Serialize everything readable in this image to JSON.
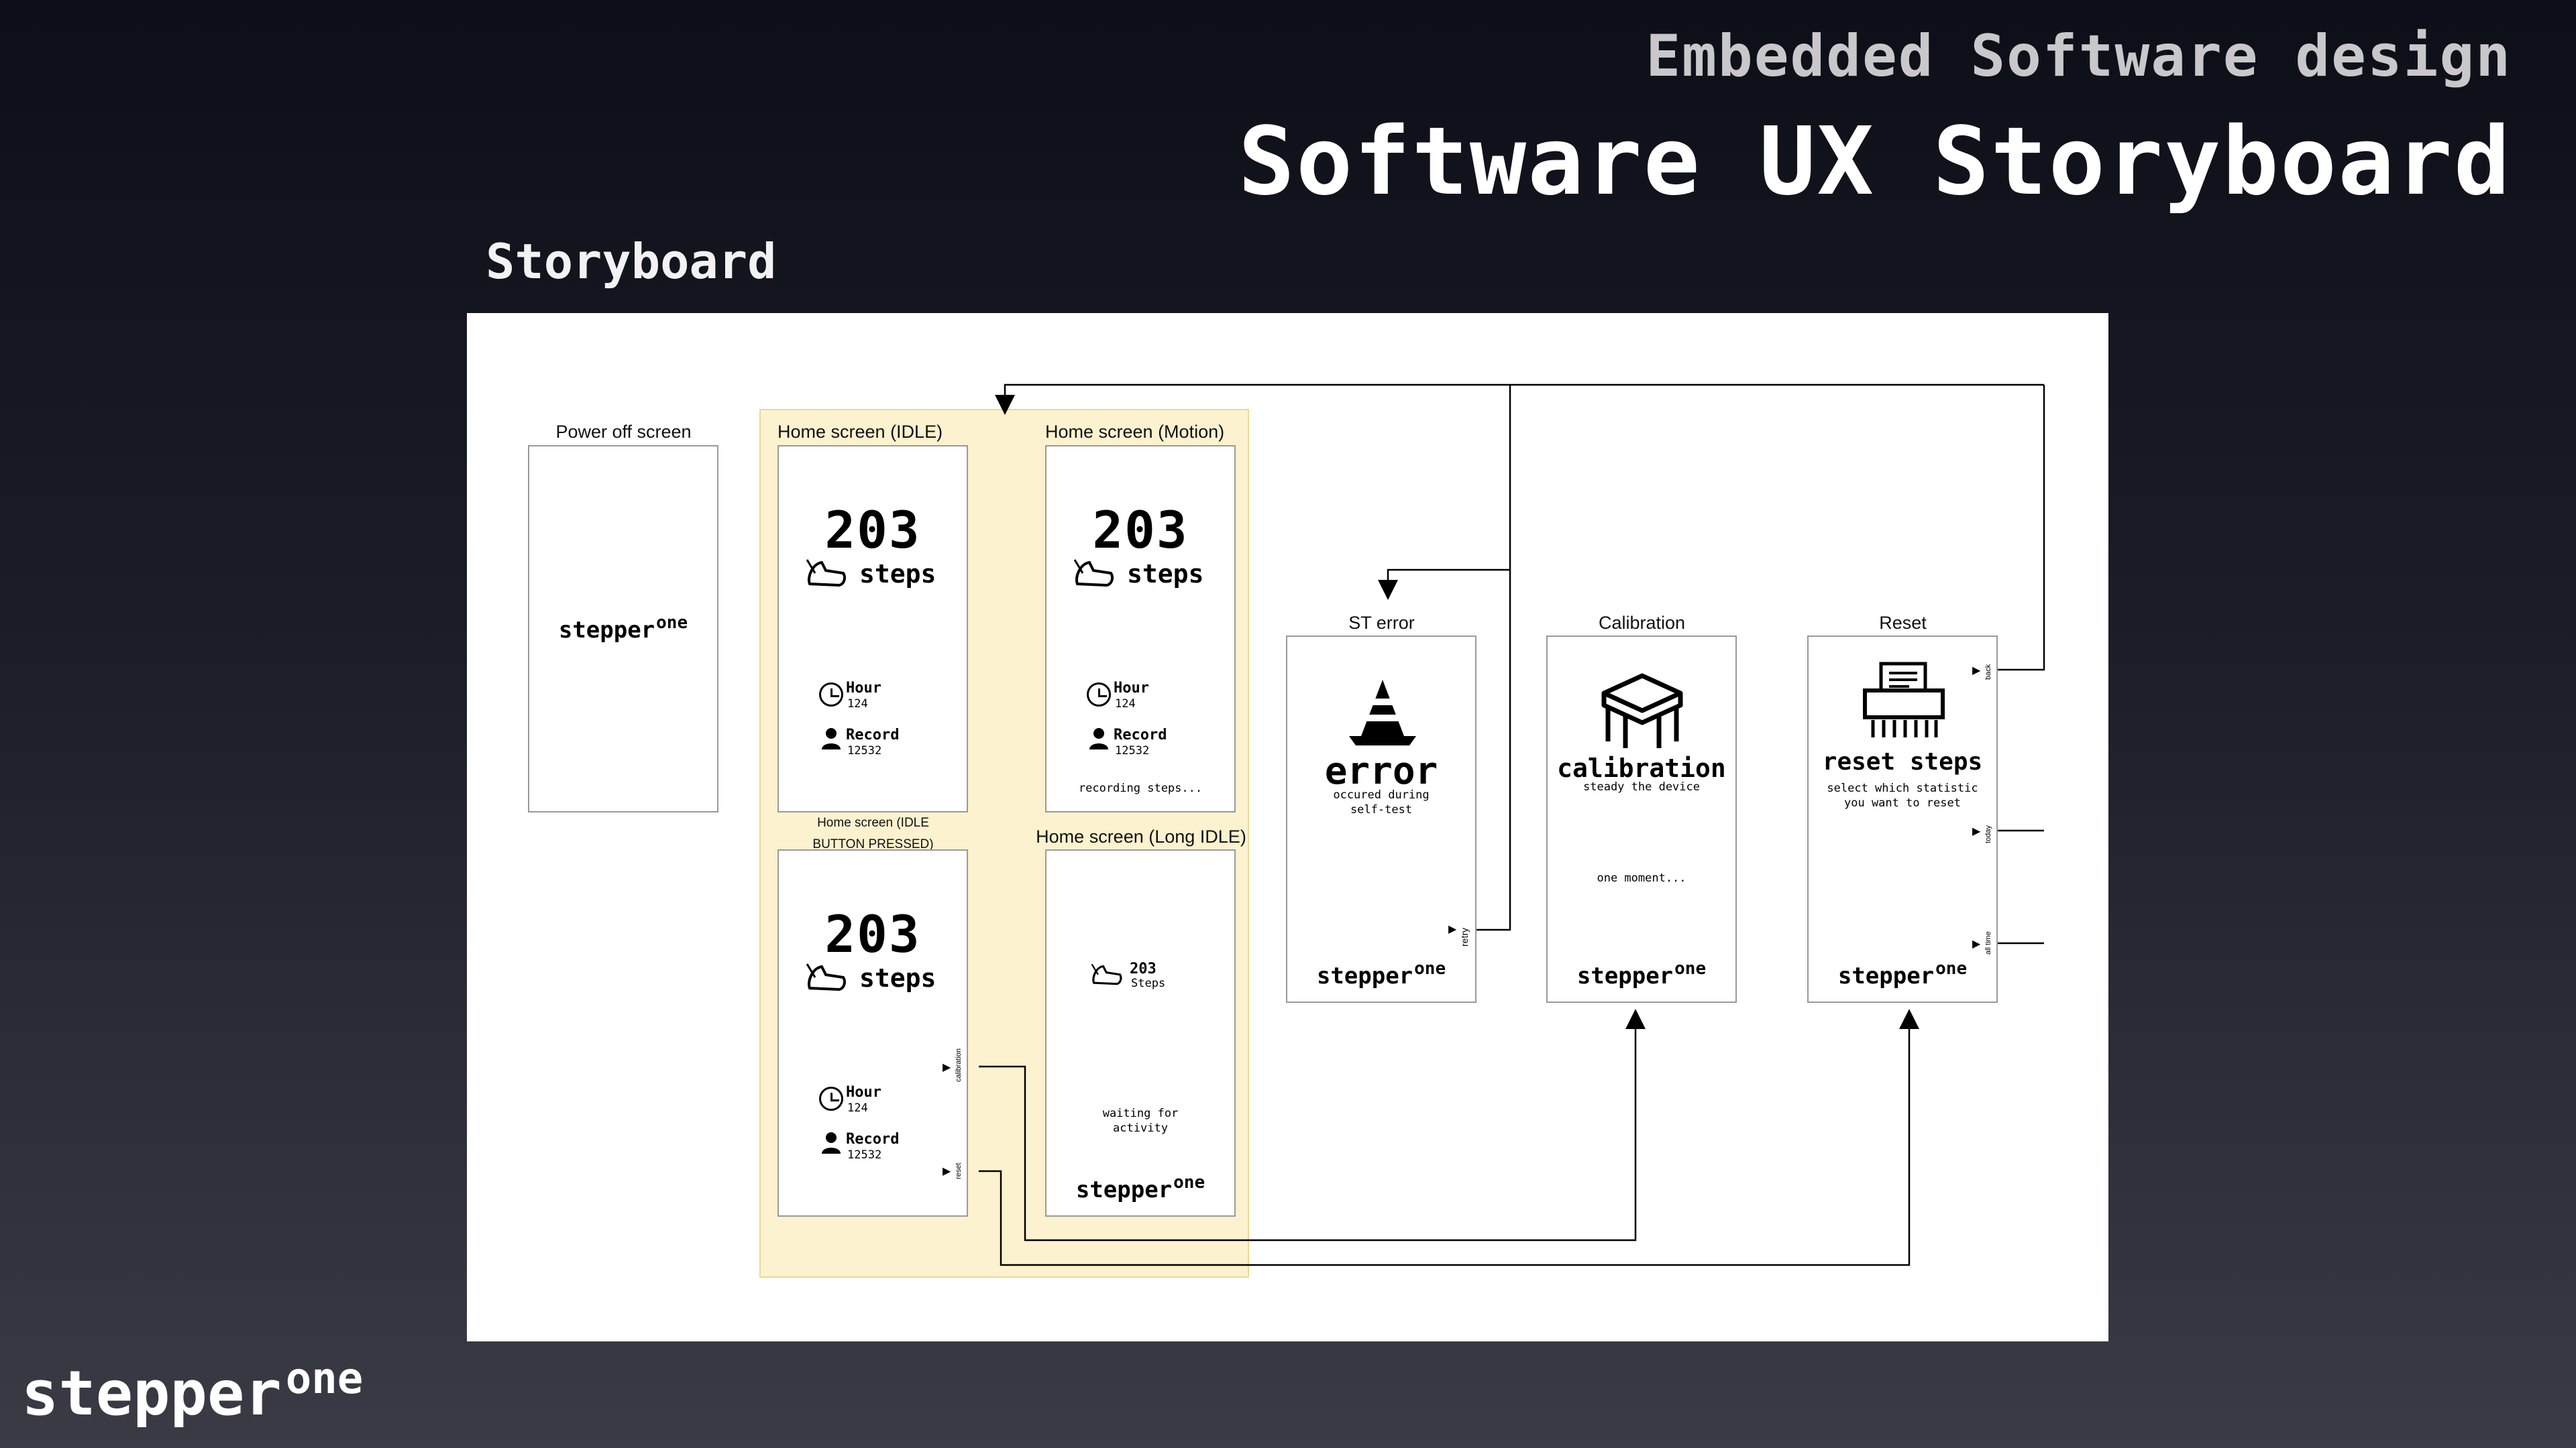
{
  "header": {
    "subtitle": "Embedded Software design",
    "title": "Software UX Storyboard"
  },
  "section_label": "Storyboard",
  "brand": {
    "name": "stepper",
    "suffix": "one"
  },
  "screens": {
    "power_off": {
      "caption": "Power off screen",
      "brand_name": "stepper",
      "brand_suffix": "one"
    },
    "home_idle": {
      "caption": "Home screen (IDLE)",
      "count": "203",
      "unit": "steps",
      "hour_label": "Hour",
      "hour_value": "124",
      "record_label": "Record",
      "record_value": "12532"
    },
    "home_motion": {
      "caption": "Home screen (Motion)",
      "count": "203",
      "unit": "steps",
      "hour_label": "Hour",
      "hour_value": "124",
      "record_label": "Record",
      "record_value": "12532",
      "status": "recording steps..."
    },
    "home_idle_pressed": {
      "caption_line1": "Home screen (IDLE",
      "caption_line2": "BUTTON PRESSED)",
      "count": "203",
      "unit": "steps",
      "hour_label": "Hour",
      "hour_value": "124",
      "record_label": "Record",
      "record_value": "12532",
      "side_calibration": "calibration",
      "side_reset": "reset"
    },
    "home_long_idle": {
      "caption": "Home screen (Long IDLE)",
      "count": "203",
      "unit": "Steps",
      "status_line1": "waiting for",
      "status_line2": "activity",
      "brand_name": "stepper",
      "brand_suffix": "one"
    },
    "st_error": {
      "caption": "ST error",
      "title": "error",
      "line1": "occured during",
      "line2": "self-test",
      "side_retry": "retry",
      "brand_name": "stepper",
      "brand_suffix": "one"
    },
    "calibration": {
      "caption": "Calibration",
      "title": "calibration",
      "line1": "steady the device",
      "moment": "one moment...",
      "brand_name": "stepper",
      "brand_suffix": "one"
    },
    "reset": {
      "caption": "Reset",
      "title": "reset steps",
      "line1": "select which statistic",
      "line2": "you want to reset",
      "side_back": "back",
      "side_today": "today",
      "side_all_time": "all time",
      "brand_name": "stepper",
      "brand_suffix": "one"
    }
  },
  "colors": {
    "group_fill": "#fdf2cf",
    "group_border": "#ecd796",
    "screen_border": "#9a9a9a",
    "connector": "#000000"
  }
}
